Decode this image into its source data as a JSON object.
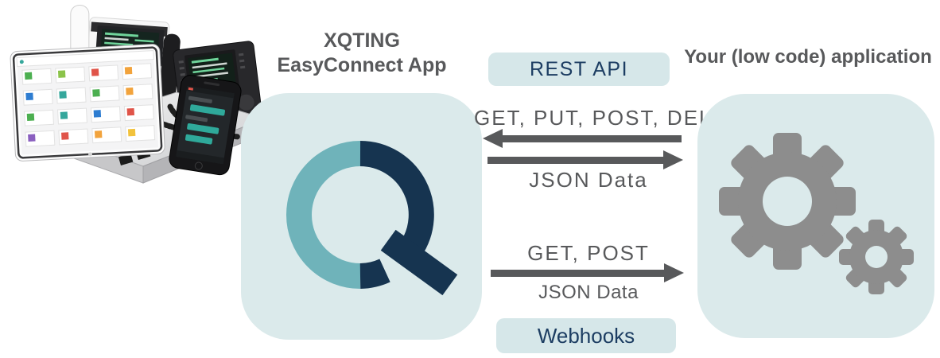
{
  "left_app": {
    "title_line1": "XQTING",
    "title_line2": "EasyConnect App"
  },
  "right_app": {
    "title": "Your (low code) application"
  },
  "api_flow": {
    "rest_badge": "REST API",
    "rest_methods": "GET, PUT, POST, DEL",
    "rest_payload": "JSON Data",
    "webhook_methods": "GET, POST",
    "webhook_payload": "JSON Data",
    "webhook_badge": "Webhooks"
  },
  "icons": {
    "left_logo": "magnifier-q-logo",
    "right_icon": "gears-icon",
    "left_illustration": "devices-photo"
  },
  "colors": {
    "panel_blue": "#dbeaeb",
    "badge_blue": "#d6e7e9",
    "teal": "#6fb3ba",
    "navy": "#163450",
    "badge_text_navy": "#1c3d62",
    "text_gray": "#58595b",
    "gear_gray": "#8d8d8d"
  }
}
